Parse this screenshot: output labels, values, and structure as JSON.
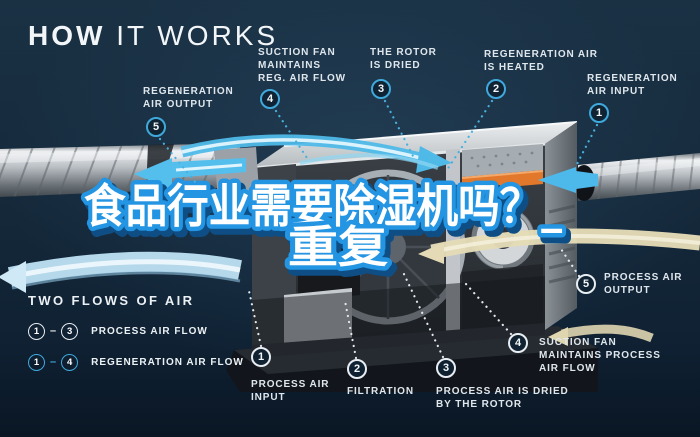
{
  "title": {
    "word_bold": "HOW",
    "word_light": " IT WORKS"
  },
  "headline": {
    "line1": "食品行业需要除湿机吗？_",
    "line2": "重复"
  },
  "regen_callouts": [
    {
      "num": "5",
      "label": "REGENERATION\nAIR OUTPUT"
    },
    {
      "num": "4",
      "label": "SUCTION FAN\nMAINTAINS\nREG. AIR FLOW"
    },
    {
      "num": "3",
      "label": "THE ROTOR\nIS DRIED"
    },
    {
      "num": "2",
      "label": "REGENERATION AIR\nIS HEATED"
    },
    {
      "num": "1",
      "label": "REGENERATION\nAIR INPUT"
    }
  ],
  "process_callouts": [
    {
      "num": "1",
      "label": "PROCESS AIR\nINPUT"
    },
    {
      "num": "2",
      "label": "FILTRATION"
    },
    {
      "num": "3",
      "label": "PROCESS AIR IS DRIED\nBY THE ROTOR"
    },
    {
      "num": "4",
      "label": "SUCTION FAN\nMAINTAINS PROCESS\nAIR FLOW"
    },
    {
      "num": "5",
      "label": "PROCESS AIR\nOUTPUT"
    }
  ],
  "legend": {
    "title": "TWO FLOWS OF AIR",
    "rows": [
      {
        "start": "1",
        "dash": "–",
        "end": "3",
        "label": "PROCESS AIR FLOW"
      },
      {
        "start": "1",
        "dash": "–",
        "end": "4",
        "label": "REGENERATION AIR FLOW"
      }
    ]
  },
  "colors": {
    "background": "#15293B",
    "accent_cyan": "#3FA9DC",
    "headline_fill": "#FFFFFF",
    "headline_outline": "#2495E2",
    "headline_shadow": "#0F4E84",
    "heater_orange": "#E2782C",
    "regen_air_beige": "#E4DBB6",
    "process_air_blue": "#BFE2F4"
  }
}
